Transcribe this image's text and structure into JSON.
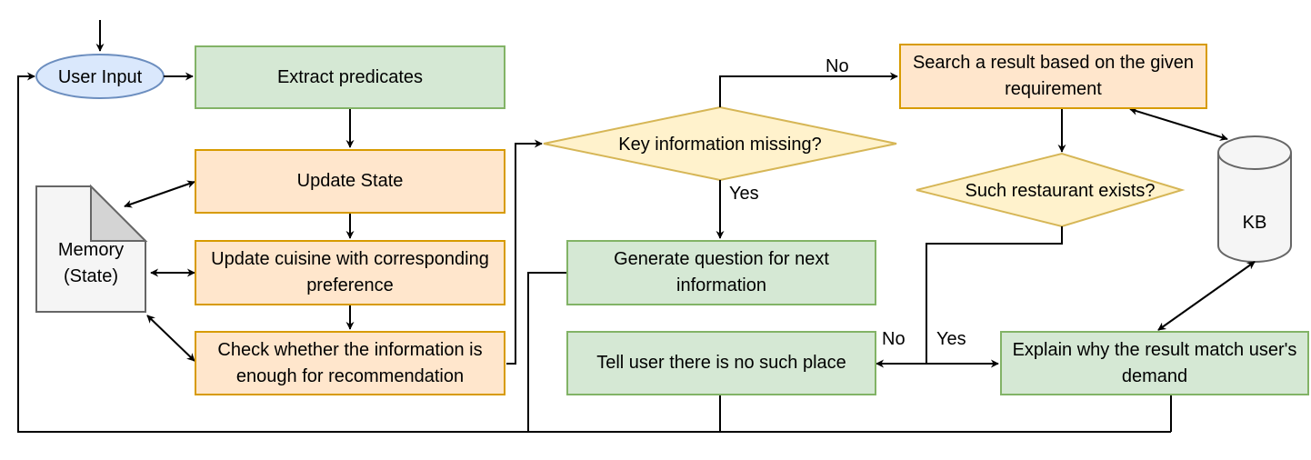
{
  "nodes": {
    "user_input": "User Input",
    "extract_predicates": "Extract predicates",
    "update_state": "Update State",
    "update_cuisine": "Update cuisine with corresponding preference",
    "check_info": "Check whether the information is enough for recommendation",
    "memory": [
      "Memory",
      "(State)"
    ],
    "key_info_missing": "Key information missing?",
    "generate_question": "Generate question for next information",
    "tell_no_place": "Tell user there is no such place",
    "search_result": "Search a result based on the given requirement",
    "restaurant_exists": "Such restaurant exists?",
    "kb": "KB",
    "explain_match": "Explain why the result match user's demand"
  },
  "edge_labels": {
    "missing_no": "No",
    "missing_yes": "Yes",
    "exists_no": "No",
    "exists_yes": "Yes"
  }
}
